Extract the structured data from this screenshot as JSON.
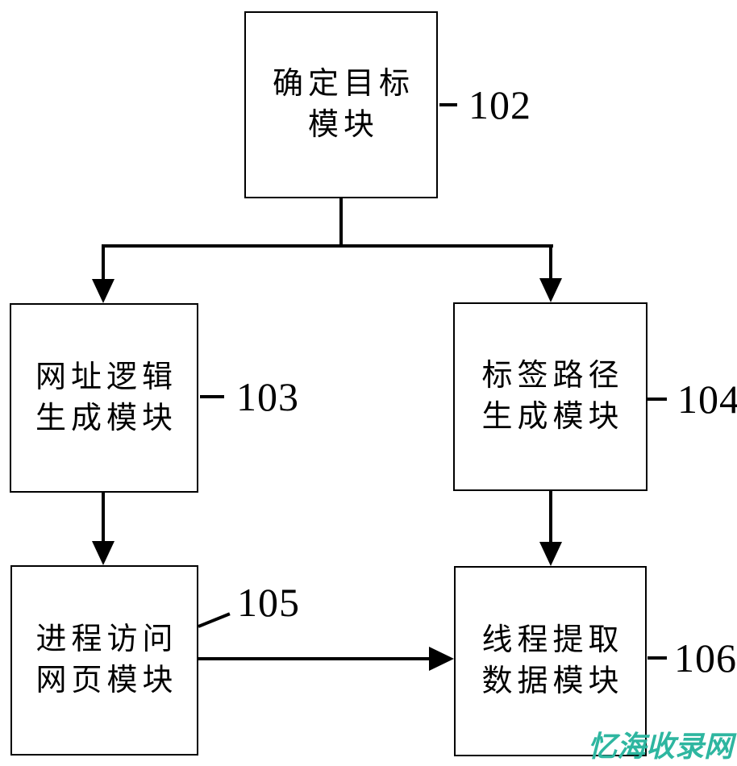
{
  "figure": {
    "type": "block-diagram",
    "nodes": [
      {
        "id": "102",
        "ref": "102",
        "line1": "确定目标",
        "line2": "模块"
      },
      {
        "id": "103",
        "ref": "103",
        "line1": "网址逻辑",
        "line2": "生成模块"
      },
      {
        "id": "104",
        "ref": "104",
        "line1": "标签路径",
        "line2": "生成模块"
      },
      {
        "id": "105",
        "ref": "105",
        "line1": "进程访问",
        "line2": "网页模块"
      },
      {
        "id": "106",
        "ref": "106",
        "line1": "线程提取",
        "line2": "数据模块"
      }
    ],
    "connections": [
      {
        "from": "102",
        "to": "103",
        "style": "arrow-down"
      },
      {
        "from": "102",
        "to": "104",
        "style": "arrow-down"
      },
      {
        "from": "103",
        "to": "105",
        "style": "arrow-down"
      },
      {
        "from": "104",
        "to": "106",
        "style": "arrow-down"
      },
      {
        "from": "105",
        "to": "106",
        "style": "arrow-right"
      }
    ],
    "colors": {
      "line": "#000000",
      "background": "#ffffff",
      "watermark": "#2eb6a0"
    },
    "watermark": {
      "text": "忆海收录网"
    }
  }
}
